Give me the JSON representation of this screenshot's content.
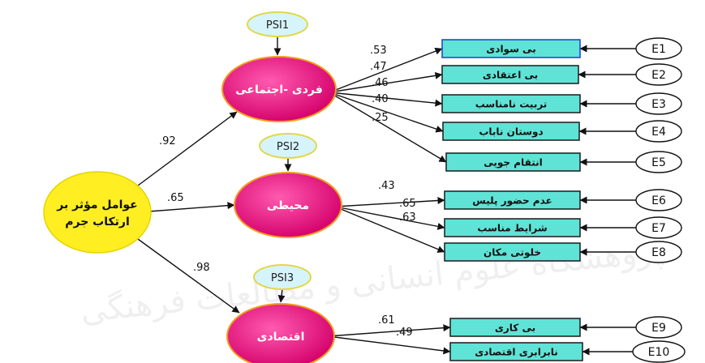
{
  "exogenous": {
    "lines": [
      "عوامل مؤثر بر",
      "ارتکاب جرم"
    ]
  },
  "latents": [
    {
      "label": "فردی -اجتماعی",
      "coef": ".92",
      "psi": "PSI1"
    },
    {
      "label": "محیطی",
      "coef": ".65",
      "psi": "PSI2"
    },
    {
      "label": "اقتصادی",
      "coef": ".98",
      "psi": "PSI3"
    }
  ],
  "indicators": [
    {
      "label": "بی سوادی",
      "coef": ".53",
      "error": "E1"
    },
    {
      "label": "بی اعتقادی",
      "coef": ".47",
      "error": "E2"
    },
    {
      "label": "تربیت نامناسب",
      "coef": ".46",
      "error": "E3"
    },
    {
      "label": "دوستان ناباب",
      "coef": ".40",
      "error": "E4"
    },
    {
      "label": "انتقام جویی",
      "coef": ".25",
      "error": "E5"
    },
    {
      "label": "عدم حضور پلیس",
      "coef": ".43",
      "error": "E6"
    },
    {
      "label": "شرایط مناسب",
      "coef": ".65",
      "error": "E7"
    },
    {
      "label": "خلوتی مکان",
      "coef": ".63",
      "error": "E8"
    },
    {
      "label": "بی کاری",
      "coef": ".61",
      "error": "E9"
    },
    {
      "label": "نابرابری اقتصادی",
      "coef": ".49",
      "error": "E10"
    }
  ],
  "watermark": "پژوهشگاه علوم انسانی و مطالعات فرهنگی",
  "colors": {
    "exogenous": "#ffee22",
    "latent_center": "#ff3fa0",
    "latent_edge": "#d4006a",
    "latent_outline": "#f39a1c",
    "indicator_fill": "#5fe3d6",
    "indicator_border": "#1a1a1a",
    "psi_fill": "#d6f4fb",
    "psi_outline": "#e2d84a",
    "error_fill": "#ffffff"
  }
}
